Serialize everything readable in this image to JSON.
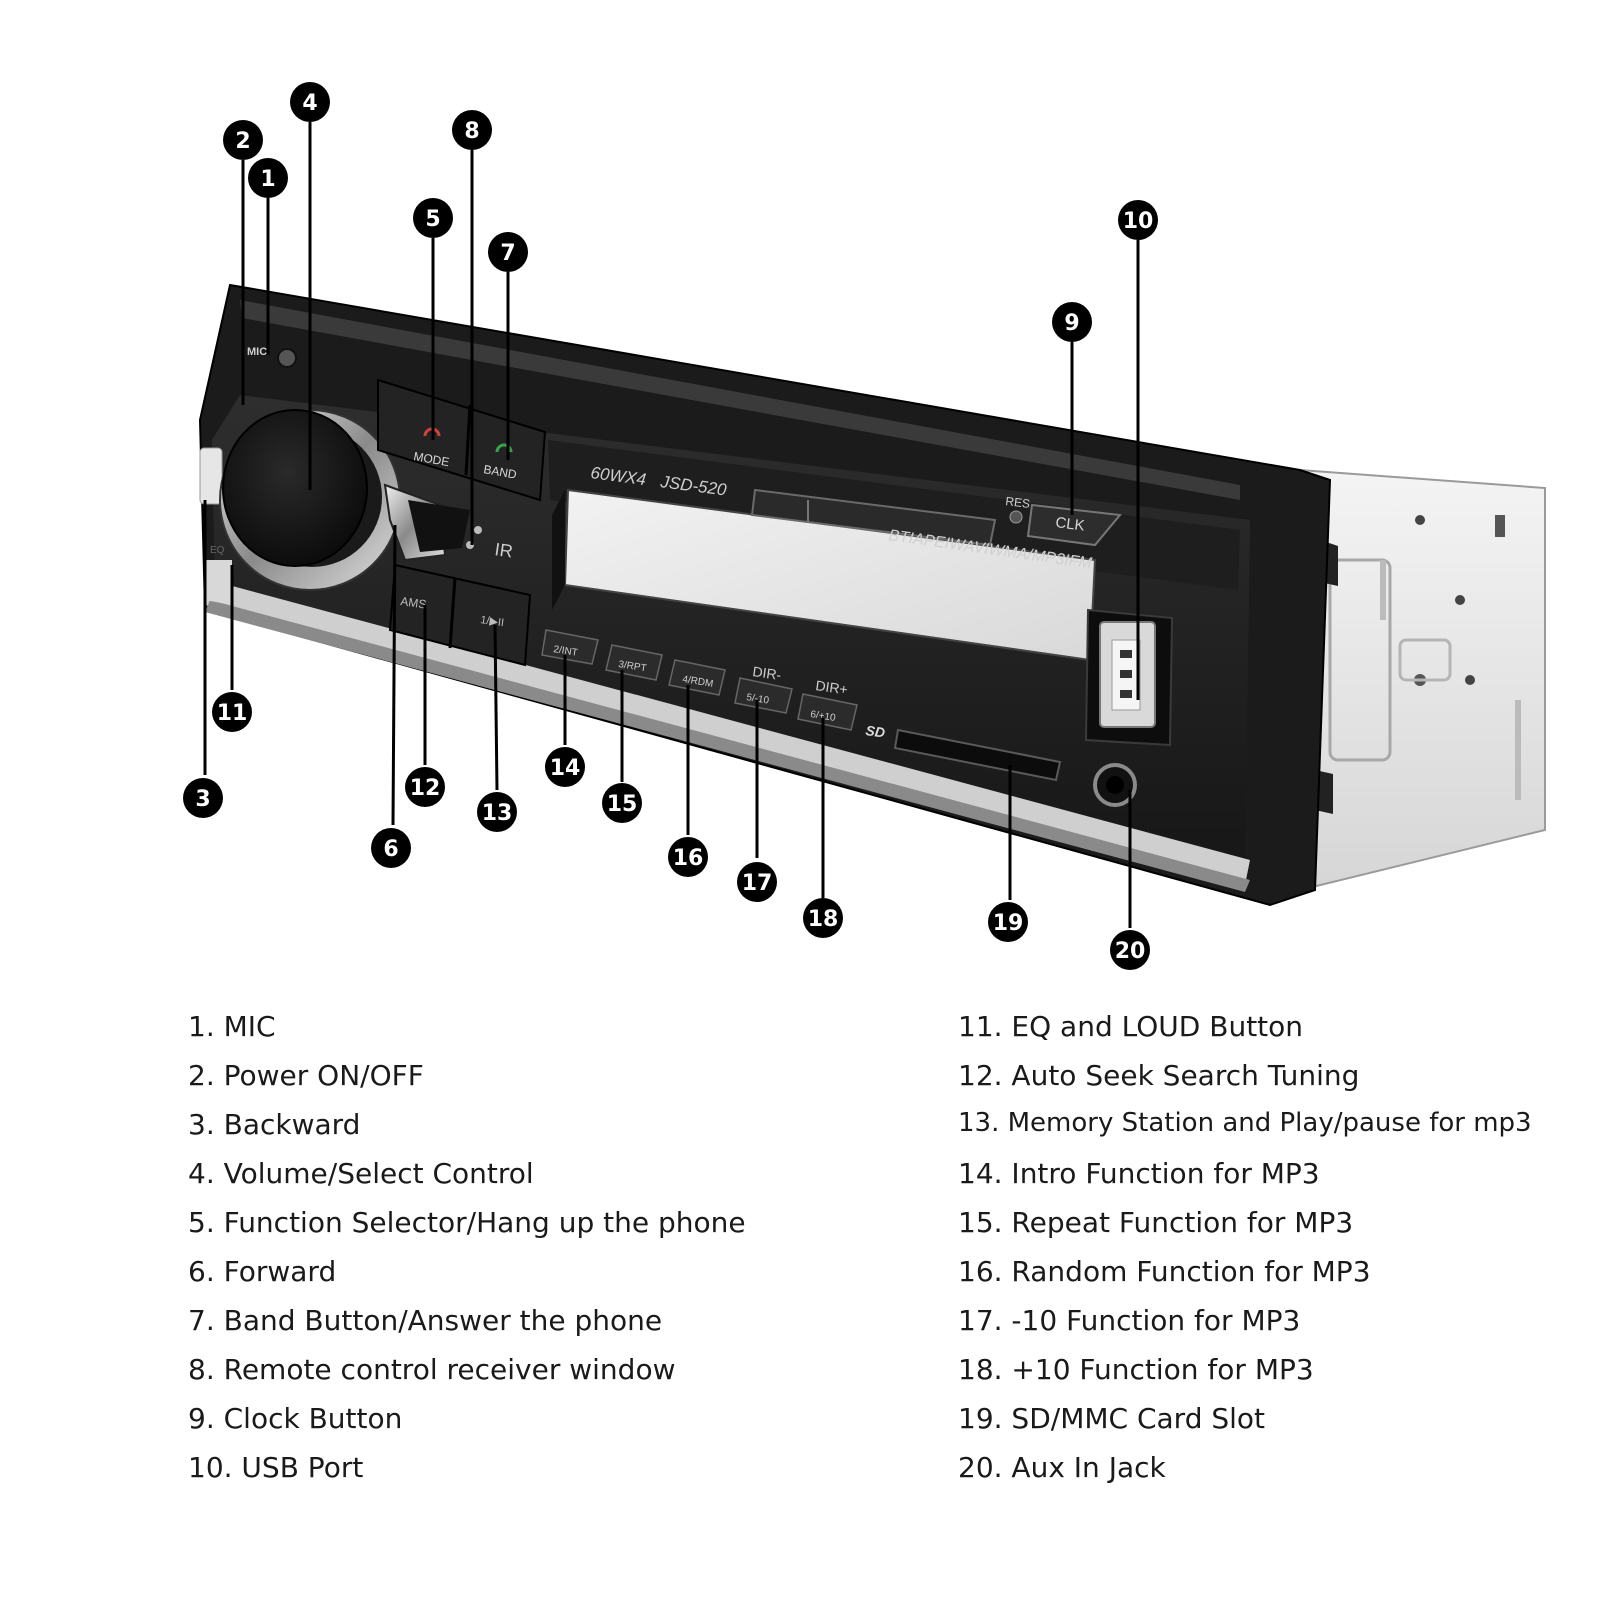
{
  "device": {
    "mic_label": "MIC",
    "mode_label": "MODE",
    "band_label": "BAND",
    "model_power": "60WX4",
    "model_name": "JSD-520",
    "res_label": "RES",
    "clk_label": "CLK",
    "formats": "BTIAPEIWAVIWMA/MP3IFM",
    "ams_label": "AMS",
    "play_label": "1/▶II",
    "ir_label": "IR",
    "preset_2": "2/INT",
    "preset_3": "3/RPT",
    "preset_4": "4/RDM",
    "dir_minus": "DIR-",
    "preset_5": "5/-10",
    "dir_plus": "DIR+",
    "preset_6": "6/+10",
    "sd_label": "SD"
  },
  "callouts": [
    "1",
    "2",
    "3",
    "4",
    "5",
    "6",
    "7",
    "8",
    "9",
    "10",
    "11",
    "12",
    "13",
    "14",
    "15",
    "16",
    "17",
    "18",
    "19",
    "20"
  ],
  "legend": {
    "left": [
      "1. MIC",
      "2. Power ON/OFF",
      "3. Backward",
      "4. Volume/Select Control",
      "5. Function Selector/Hang up the phone",
      "6. Forward",
      "7. Band Button/Answer the phone",
      "8. Remote control receiver window",
      "9. Clock Button",
      "10. USB Port"
    ],
    "right": [
      "11. EQ and LOUD Button",
      "12. Auto Seek Search Tuning",
      "13. Memory Station and Play/pause for mp3",
      "14. Intro Function for MP3",
      "15. Repeat Function for MP3",
      "16. Random Function for MP3",
      "17. -10 Function for MP3",
      "18. +10 Function for MP3",
      "19. SD/MMC Card Slot",
      "20. Aux In Jack"
    ]
  }
}
